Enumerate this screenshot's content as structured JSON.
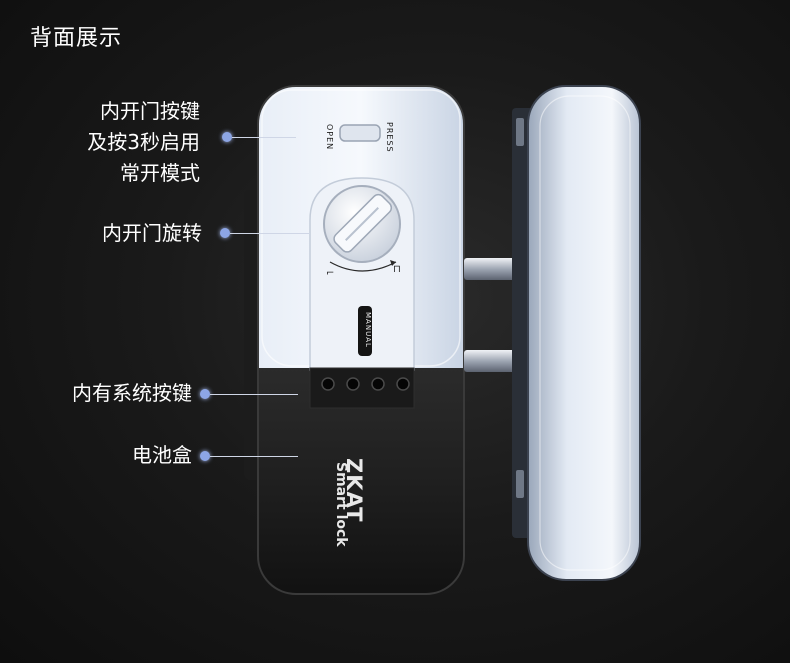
{
  "title": "背面展示",
  "callouts": [
    {
      "lines": [
        "内开门按键",
        "及按3秒启用",
        "常开模式"
      ]
    },
    {
      "lines": [
        "内开门旋转"
      ]
    },
    {
      "lines": [
        "内有系统按键"
      ]
    },
    {
      "lines": [
        "电池盒"
      ]
    }
  ],
  "device": {
    "press_label": "PRESS",
    "open_label": "OPEN",
    "manual_label": "MANUAL",
    "brand": "ZKAT",
    "brand_sub": "Smart lock"
  },
  "colors": {
    "background": "#141414",
    "callout_dot": "#8da6e6",
    "text": "#ffffff"
  }
}
